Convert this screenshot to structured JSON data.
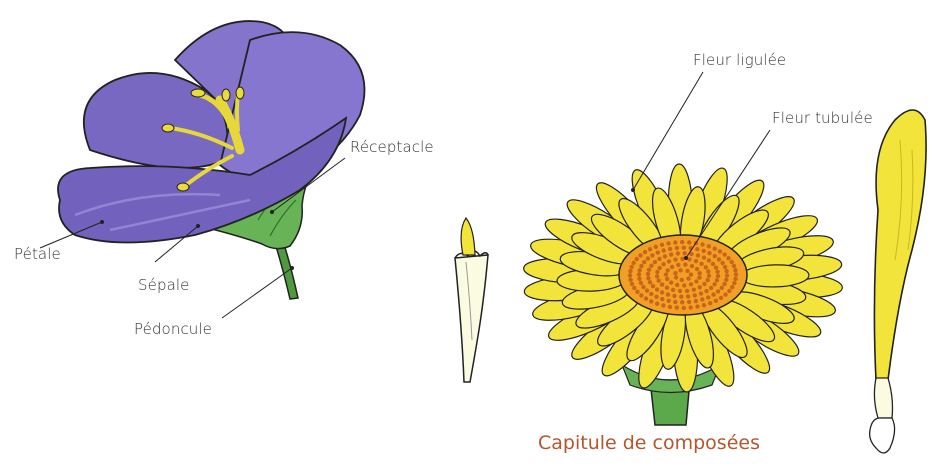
{
  "labels": {
    "petale": "Pétale",
    "sepale": "Sépale",
    "receptacle": "Réceptacle",
    "pedoncule": "Pédoncule",
    "fleur_ligulee": "Fleur ligulée",
    "fleur_tubulee": "Fleur tubulée"
  },
  "caption": "Capitule de composées",
  "colors": {
    "caption": "#b5562c",
    "petal_purple": "#7b6bc4",
    "sepal_green": "#5ca94c",
    "ray_yellow": "#f2e43a",
    "disc_orange": "#f2a025",
    "label_text": "#333333"
  }
}
